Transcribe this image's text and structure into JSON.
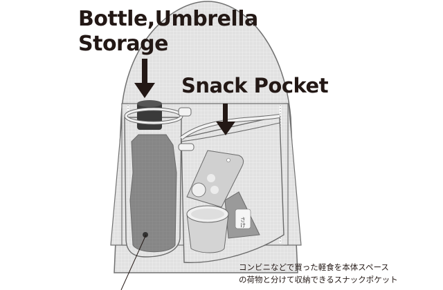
{
  "labels": {
    "bottle_umbrella_line1": "Bottle,Umbrella",
    "bottle_umbrella_line2": "Storage",
    "snack_pocket": "Snack Pocket"
  },
  "caption": {
    "line1": "コンビニなどで買った軽食を本体スペース",
    "line2": "の荷物と分けて収納できるスナックポケット"
  },
  "package_label": "さけ",
  "colors": {
    "text": "#231815",
    "body_fill": "#e3e3e3",
    "grid": "#f3f3f3",
    "outline": "#6e6e6e",
    "umbrella": "#8a8a8a",
    "bottle_cap": "#3a3a3a"
  }
}
